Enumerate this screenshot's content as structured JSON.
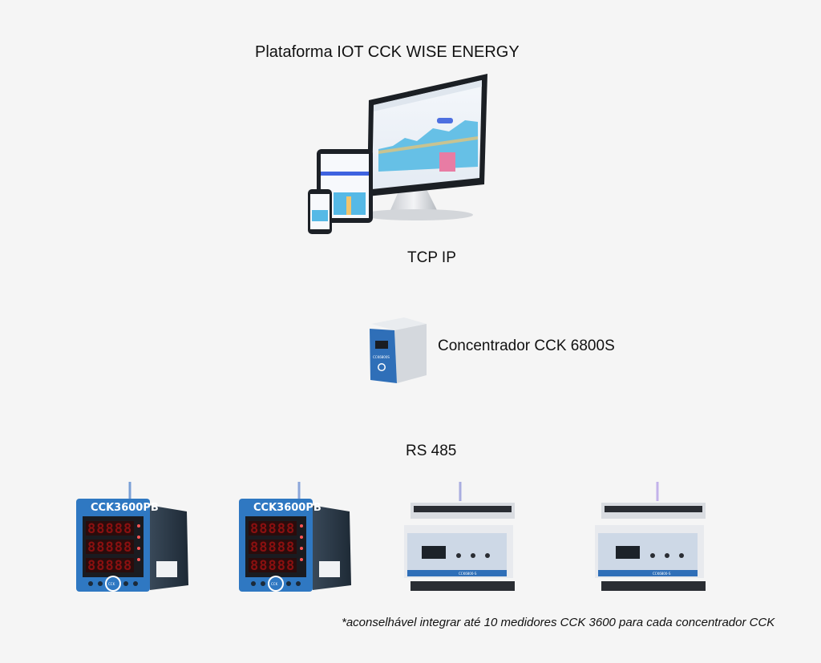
{
  "diagram": {
    "title": "Plataforma IOT CCK WISE ENERGY",
    "link_tcp": "TCP IP",
    "concentrator_label": "Concentrador CCK 6800S",
    "link_rs": "RS 485",
    "footnote": "*aconselhável integrar até 10 medidores CCK 3600 para cada concentrador CCK"
  },
  "devices": {
    "concentrator_model": "CCK6800S",
    "meters": [
      {
        "brand": "CCK3600PB",
        "badge": "CCK"
      },
      {
        "brand": "CCK3600PB",
        "badge": "CCK"
      },
      {
        "brand": "CCK6800-S"
      },
      {
        "brand": "CCK6800-S"
      }
    ],
    "display_digits": "88888"
  },
  "colors": {
    "link_gradient_start": "#7aa5d8",
    "link_gradient_end": "#c9b2ea",
    "meter_blue": "#2f78c2",
    "device_body": "#e6e8ec"
  }
}
